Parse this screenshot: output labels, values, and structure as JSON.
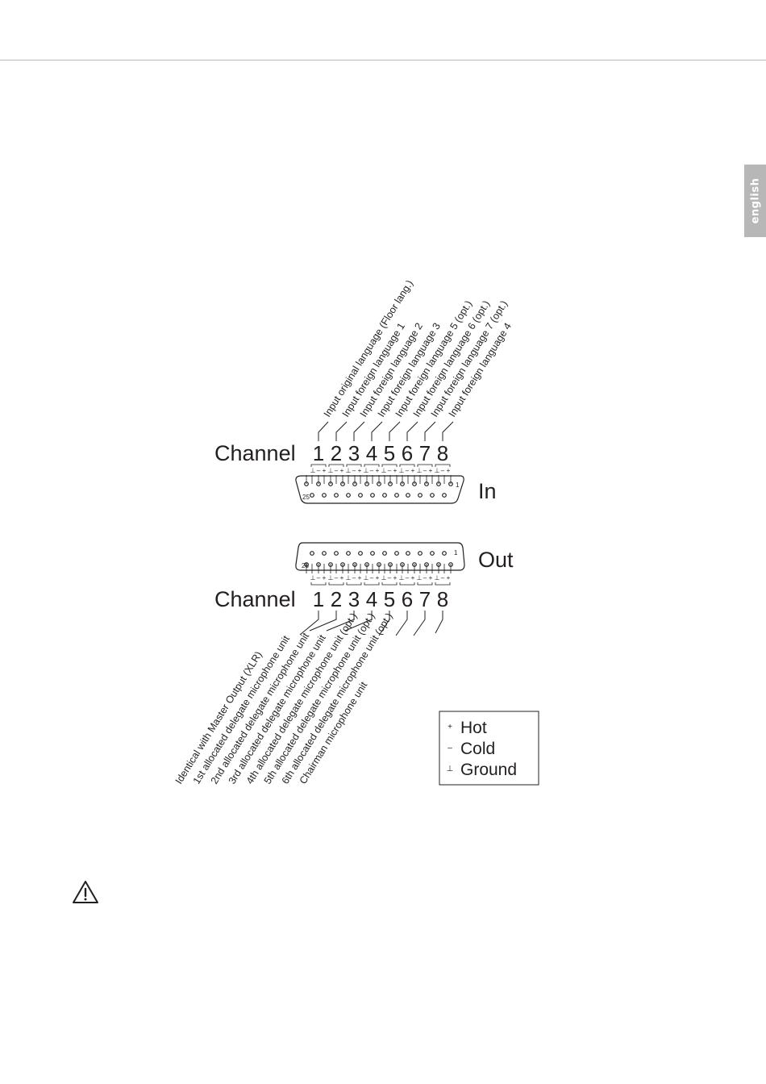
{
  "sidebar": {
    "language_tab": "english"
  },
  "diagram": {
    "channel_label": "Channel",
    "channels": [
      "1",
      "2",
      "3",
      "4",
      "5",
      "6",
      "7",
      "8"
    ],
    "pin_polarity": [
      "⊥",
      "–",
      "+"
    ],
    "in": {
      "label": "In",
      "pin_start": "1",
      "pin_end": "25",
      "descriptions": [
        "Input original language (Floor lang.)",
        "Input foreign language 1",
        "Input foreign language 2",
        "Input foreign language 3",
        "Input foreign language 5 (opt.)",
        "Input foreign language 6 (opt.)",
        "Input foreign language 7 (opt.)",
        "Input foreign language 4"
      ]
    },
    "out": {
      "label": "Out",
      "pin_start": "1",
      "pin_end": "25",
      "descriptions": [
        "Identical with Master Output (XLR)",
        "1st allocated delegate microphone unit",
        "2nd allocated delegate microphone unit",
        "3rd allocated delegate microphone unit",
        "4th allocated delegate microphone unit (opt.)",
        "5th allocated delegate microphone unit (opt.)",
        "6th allocated delegate microphone unit (opt.)",
        "Chairman microphone unit"
      ]
    },
    "legend": [
      {
        "symbol": "+",
        "label": "Hot"
      },
      {
        "symbol": "–",
        "label": "Cold"
      },
      {
        "symbol": "⊥",
        "label": "Ground"
      }
    ]
  }
}
